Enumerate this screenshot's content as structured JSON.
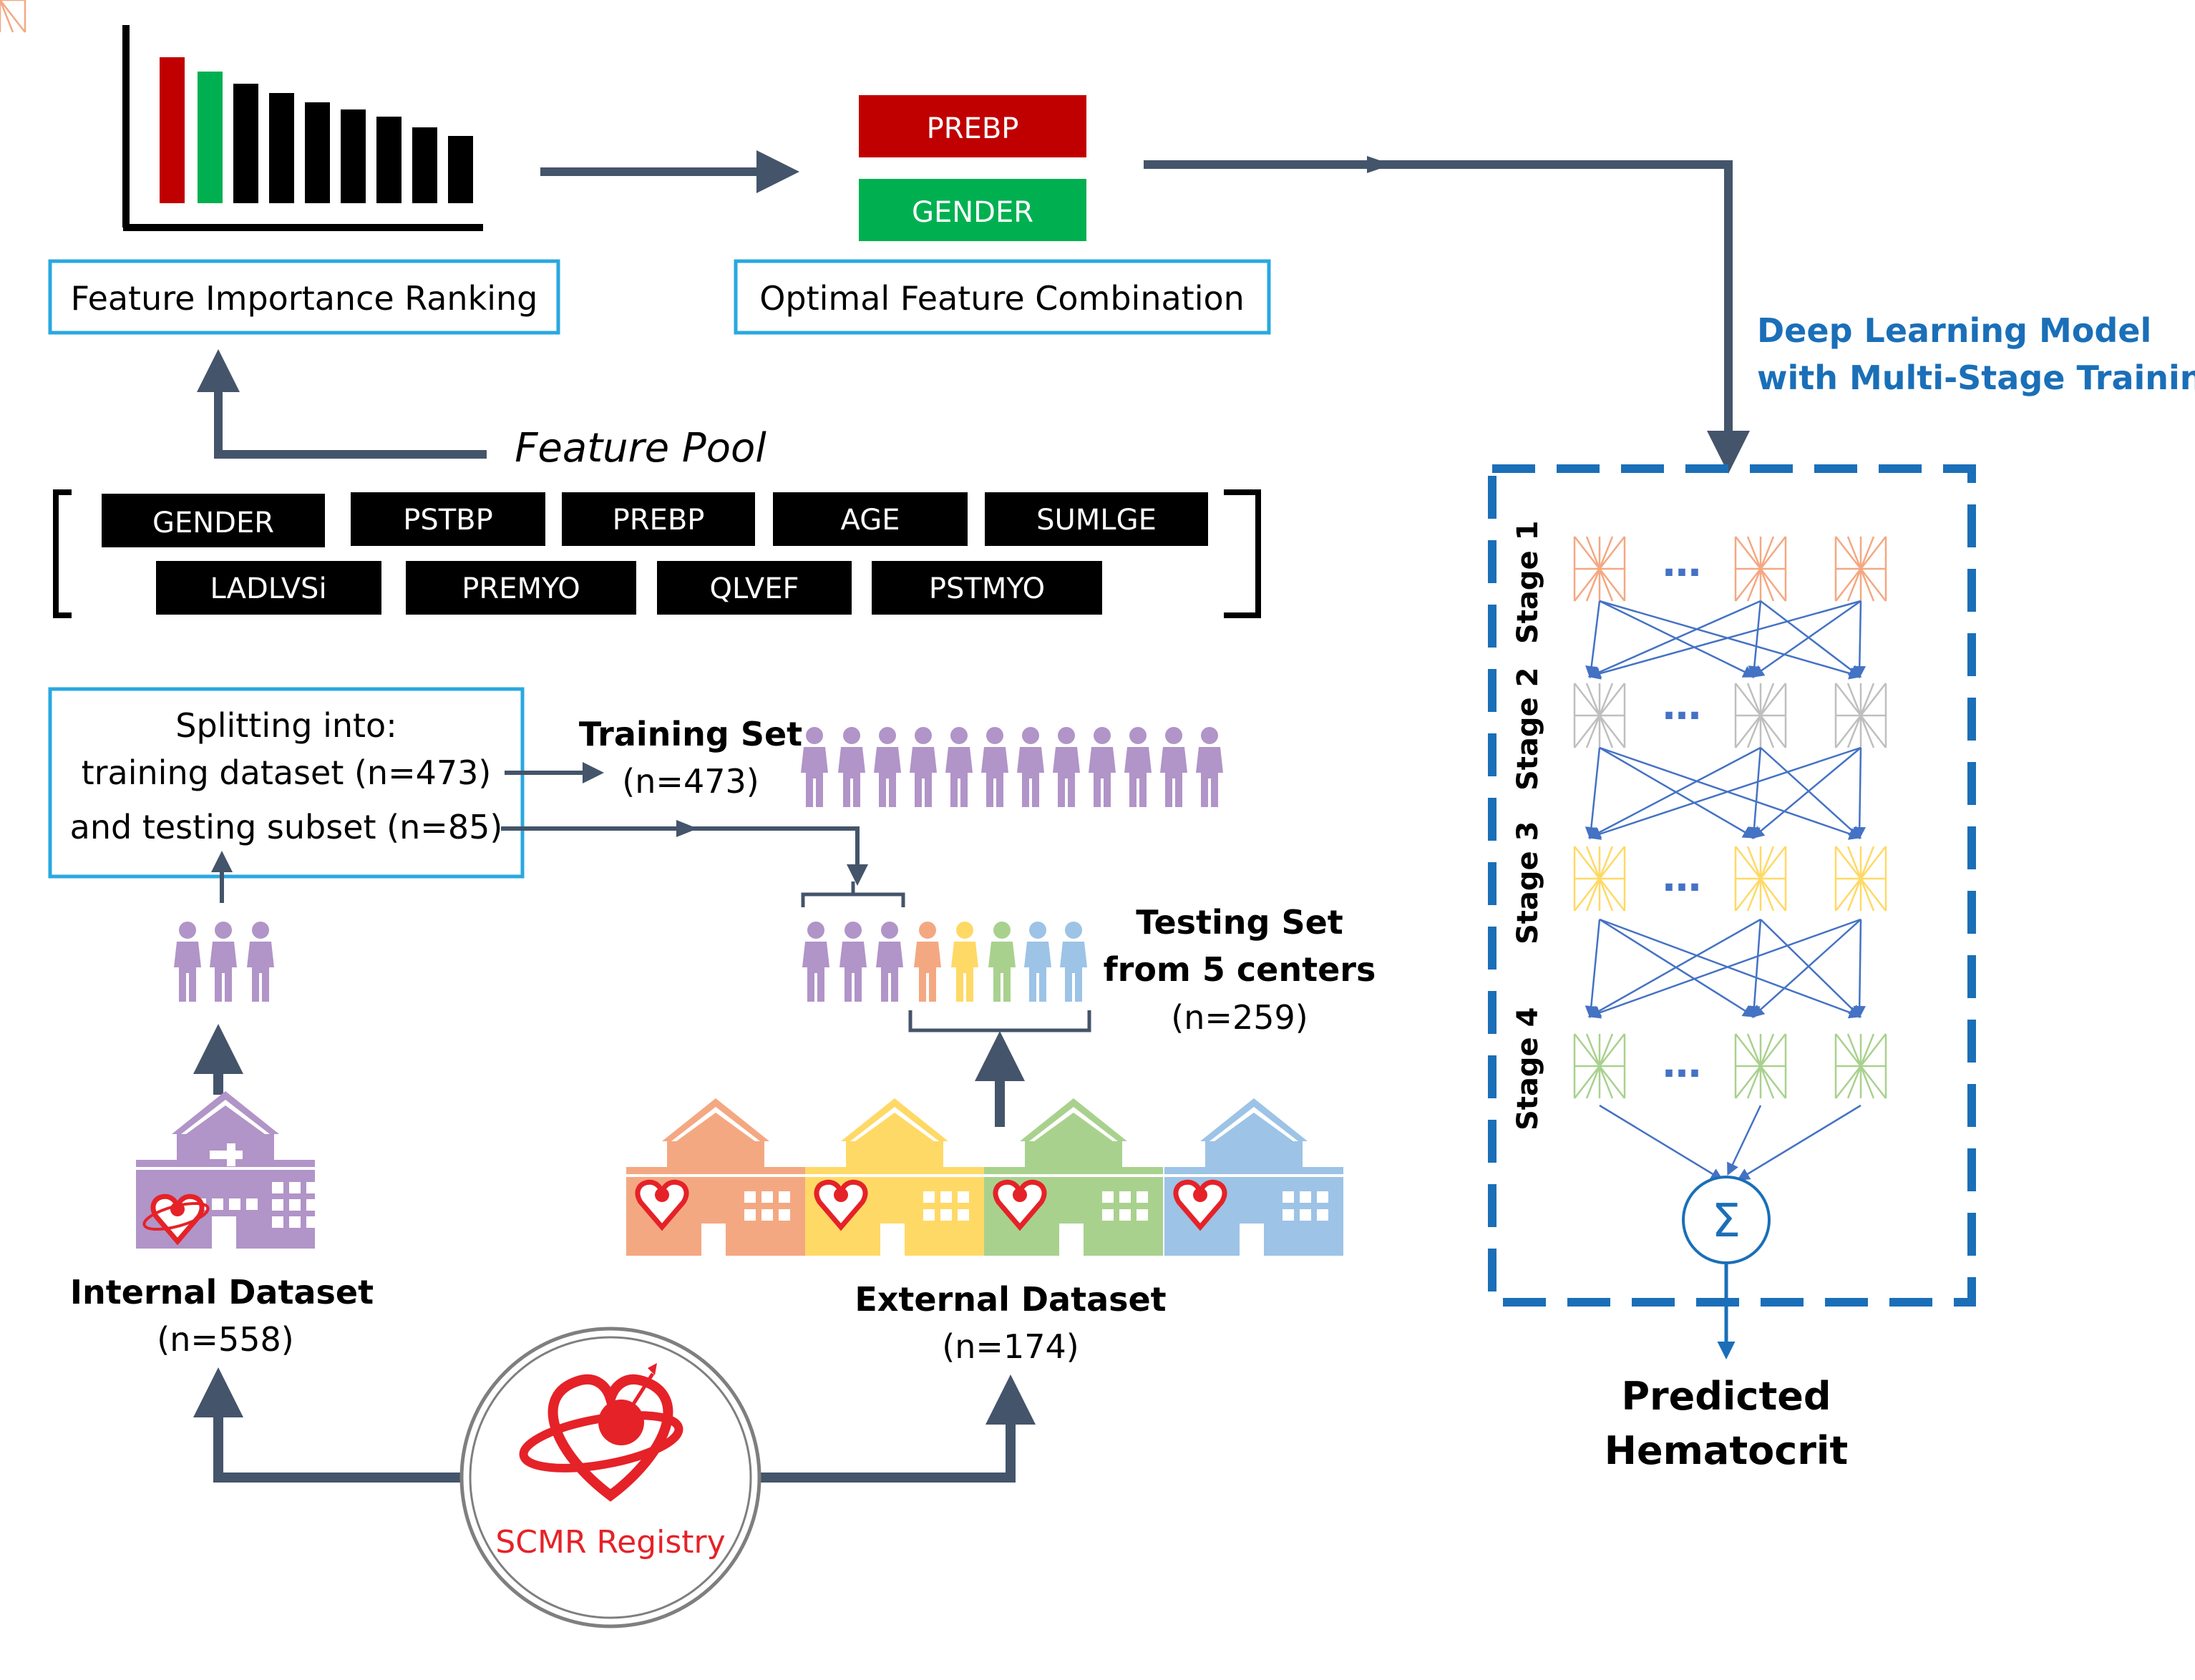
{
  "colors": {
    "arrow": "#44546a",
    "frame_blue": "#29a8e0",
    "model_blue": "#1a6fb8",
    "red": "#c00000",
    "green": "#00b050",
    "purple": "#b194c8",
    "orange": "#f4a882",
    "yellow": "#ffd966",
    "lightgreen": "#a9d18e",
    "lightblue": "#9dc3e6",
    "gray": "#bfbfbf",
    "registry_red": "#e52228"
  },
  "feature_ranking": {
    "label": "Feature Importance Ranking"
  },
  "optimal": {
    "label": "Optimal Feature Combination",
    "features": [
      "PREBP",
      "GENDER"
    ]
  },
  "feature_pool": {
    "title": "Feature Pool",
    "row1": [
      "GENDER",
      "PSTBP",
      "PREBP",
      "AGE",
      "SUMLGE"
    ],
    "row2": [
      "LADLVSi",
      "PREMYO",
      "QLVEF",
      "PSTMYO"
    ]
  },
  "splitting": {
    "line1": "Splitting into:",
    "line2": "training dataset (n=473)",
    "line3": "and testing subset (n=85)"
  },
  "training_set": {
    "title": "Training Set",
    "count": "(n=473)"
  },
  "testing_set": {
    "line1": "Testing Set",
    "line2": "from 5 centers",
    "count": "(n=259)"
  },
  "internal": {
    "title": "Internal Dataset",
    "count": "(n=558)"
  },
  "external": {
    "title": "External Dataset",
    "count": "(n=174)"
  },
  "registry": {
    "label": "SCMR Registry"
  },
  "model": {
    "line1": "Deep Learning Model",
    "line2": "with Multi-Stage Training",
    "stages": [
      "Stage 1",
      "Stage 2",
      "Stage 3",
      "Stage 4"
    ],
    "ellipsis": "…",
    "sum_symbol": "Σ"
  },
  "output": {
    "line1": "Predicted",
    "line2": "Hematocrit"
  }
}
